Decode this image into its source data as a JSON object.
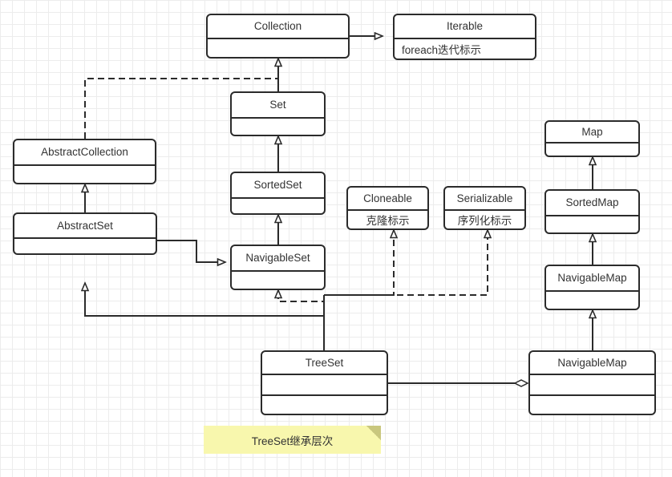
{
  "diagram": {
    "title_note": "TreeSet继承层次",
    "background": "#ffffff",
    "grid_color": "#ececec",
    "stroke_color": "#2b2b2b",
    "text_color": "#333333",
    "note_fill": "#f8f7ad",
    "note_fold": "#c9c77e"
  },
  "classes": [
    {
      "id": "collection",
      "name": "Collection",
      "compartments": [
        ""
      ]
    },
    {
      "id": "iterable",
      "name": "Iterable",
      "compartments": [
        "foreach迭代标示"
      ]
    },
    {
      "id": "set",
      "name": "Set",
      "compartments": [
        ""
      ]
    },
    {
      "id": "abstractcollection",
      "name": "AbstractCollection",
      "compartments": [
        ""
      ]
    },
    {
      "id": "sortedset",
      "name": "SortedSet",
      "compartments": [
        ""
      ]
    },
    {
      "id": "abstractset",
      "name": "AbstractSet",
      "compartments": [
        ""
      ]
    },
    {
      "id": "navigableset",
      "name": "NavigableSet",
      "compartments": [
        ""
      ]
    },
    {
      "id": "cloneable",
      "name": "Cloneable",
      "compartments": [
        "克隆标示"
      ]
    },
    {
      "id": "serializable",
      "name": "Serializable",
      "compartments": [
        "序列化标示"
      ]
    },
    {
      "id": "map",
      "name": "Map",
      "compartments": [
        ""
      ]
    },
    {
      "id": "sortedmap",
      "name": "SortedMap",
      "compartments": [
        ""
      ]
    },
    {
      "id": "navigablemap",
      "name": "NavigableMap",
      "compartments": [
        ""
      ]
    },
    {
      "id": "treeset",
      "name": "TreeSet",
      "compartments": [
        "",
        ""
      ]
    },
    {
      "id": "navigablemap2",
      "name": "NavigableMap",
      "compartments": [
        "",
        ""
      ]
    }
  ],
  "relations": [
    {
      "from": "collection",
      "to": "iterable",
      "type": "generalization",
      "style": "solid"
    },
    {
      "from": "set",
      "to": "collection",
      "type": "generalization",
      "style": "solid"
    },
    {
      "from": "abstractcollection",
      "to": "collection",
      "type": "realization",
      "style": "dashed"
    },
    {
      "from": "sortedset",
      "to": "set",
      "type": "generalization",
      "style": "solid"
    },
    {
      "from": "abstractset",
      "to": "abstractcollection",
      "type": "generalization",
      "style": "solid"
    },
    {
      "from": "navigableset",
      "to": "sortedset",
      "type": "generalization",
      "style": "solid"
    },
    {
      "from": "abstractset",
      "to": "navigableset",
      "type": "generalization",
      "style": "solid"
    },
    {
      "from": "treeset",
      "to": "abstractset",
      "type": "generalization",
      "style": "solid"
    },
    {
      "from": "treeset",
      "to": "navigableset",
      "type": "realization",
      "style": "dashed"
    },
    {
      "from": "treeset",
      "to": "cloneable",
      "type": "realization",
      "style": "dashed"
    },
    {
      "from": "treeset",
      "to": "serializable",
      "type": "realization",
      "style": "dashed"
    },
    {
      "from": "sortedmap",
      "to": "map",
      "type": "generalization",
      "style": "solid"
    },
    {
      "from": "navigablemap",
      "to": "sortedmap",
      "type": "generalization",
      "style": "solid"
    },
    {
      "from": "navigablemap2",
      "to": "navigablemap",
      "type": "generalization",
      "style": "solid"
    },
    {
      "from": "treeset",
      "to": "navigablemap2",
      "type": "aggregation",
      "style": "solid"
    }
  ]
}
